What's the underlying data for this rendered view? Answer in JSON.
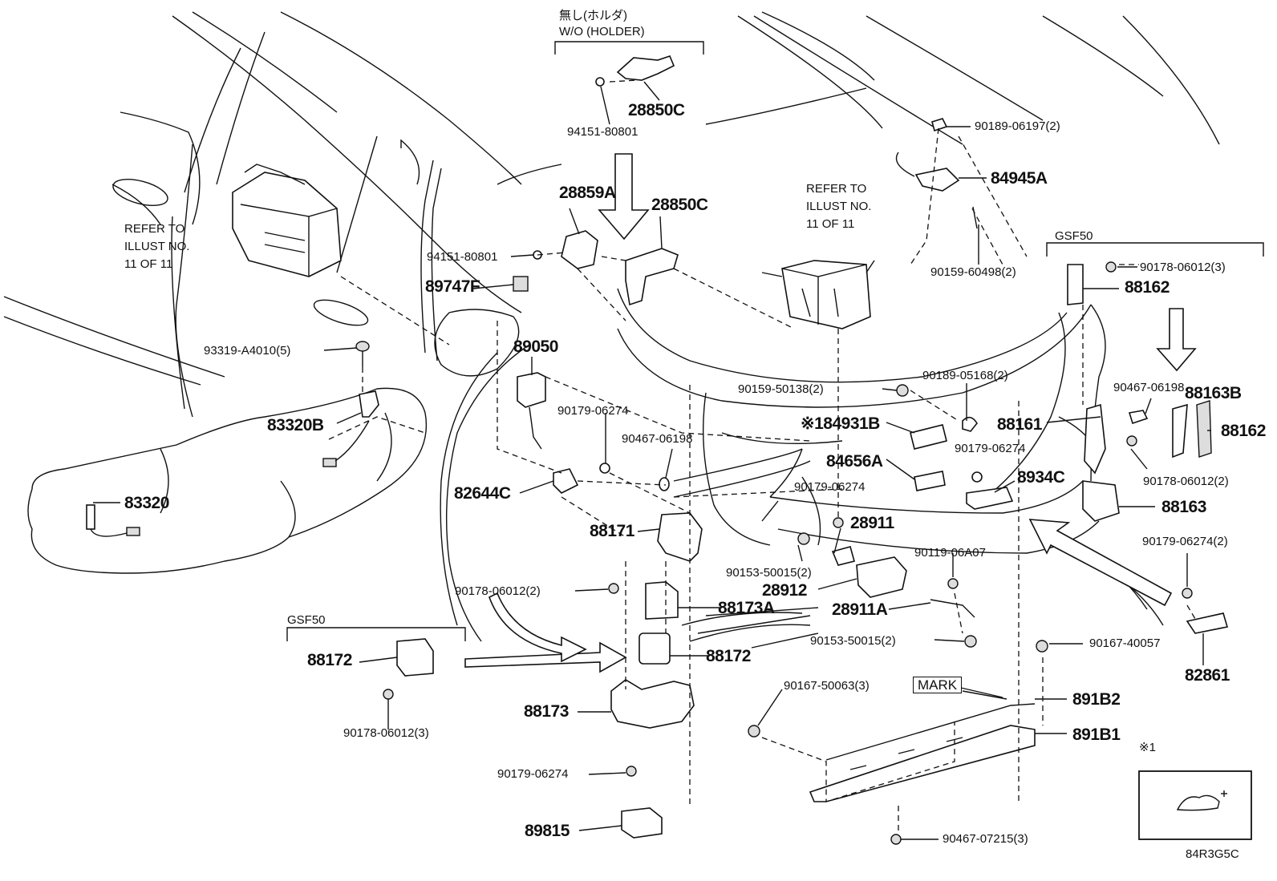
{
  "diagram_code": "84R3G5C",
  "top_holder": {
    "label_ja": "無し(ホルダ)",
    "label_en": "W/O (HOLDER)"
  },
  "refer_left": [
    "REFER TO",
    "ILLUST NO.",
    "11 OF 11"
  ],
  "refer_center": [
    "REFER TO",
    "ILLUST NO.",
    "11 OF 11"
  ],
  "gsf50_left": "GSF50",
  "gsf50_right": "GSF50",
  "mark_box": "MARK",
  "note_symbol": "※1",
  "parts": {
    "p28850C_top": "28850C",
    "p94151_top": "94151-80801",
    "p28859A": "28859A",
    "p28850C": "28850C",
    "p94151": "94151-80801",
    "p89747F": "89747F",
    "p93319": "93319-A4010(5)",
    "p83320B": "83320B",
    "p83320": "83320",
    "p89050": "89050",
    "p90179_a": "90179-06274",
    "p90467_a": "90467-06198",
    "p82644C": "82644C",
    "p88171": "88171",
    "p90178_a": "90178-06012(2)",
    "p88173A": "88173A",
    "p88172_c": "88172",
    "p88172_l": "88172",
    "p90178_b": "90178-06012(3)",
    "p88173": "88173",
    "p90179_b": "90179-06274",
    "p89815": "89815",
    "p90189_a": "90189-06197(2)",
    "p84945A": "84945A",
    "p90159_a": "90159-60498(2)",
    "p90178_c": "90178-06012(3)",
    "p88162_a": "88162",
    "p90159_b": "90159-50138(2)",
    "p90189_b": "90189-05168(2)",
    "p84931B": "※184931B",
    "p90467_b": "90467-06198",
    "p88163B": "88163B",
    "p88161": "88161",
    "p88162_b": "88162",
    "p90179_c": "90179-06274",
    "p84656A": "84656A",
    "p8934C": "8934C",
    "p90178_d": "90178-06012(2)",
    "p90179_d": "90179-06274",
    "p88163": "88163",
    "p28911": "28911",
    "p90179_e": "90179-06274(2)",
    "p90153_a": "90153-50015(2)",
    "p90119": "90119-06A07",
    "p28912": "28912",
    "p28911A": "28911A",
    "p90153_b": "90153-50015(2)",
    "p90167_a": "90167-40057",
    "p82861": "82861",
    "p90167_b": "90167-50063(3)",
    "p891B2": "891B2",
    "p891B1": "891B1",
    "p90467_c": "90467-07215(3)"
  }
}
